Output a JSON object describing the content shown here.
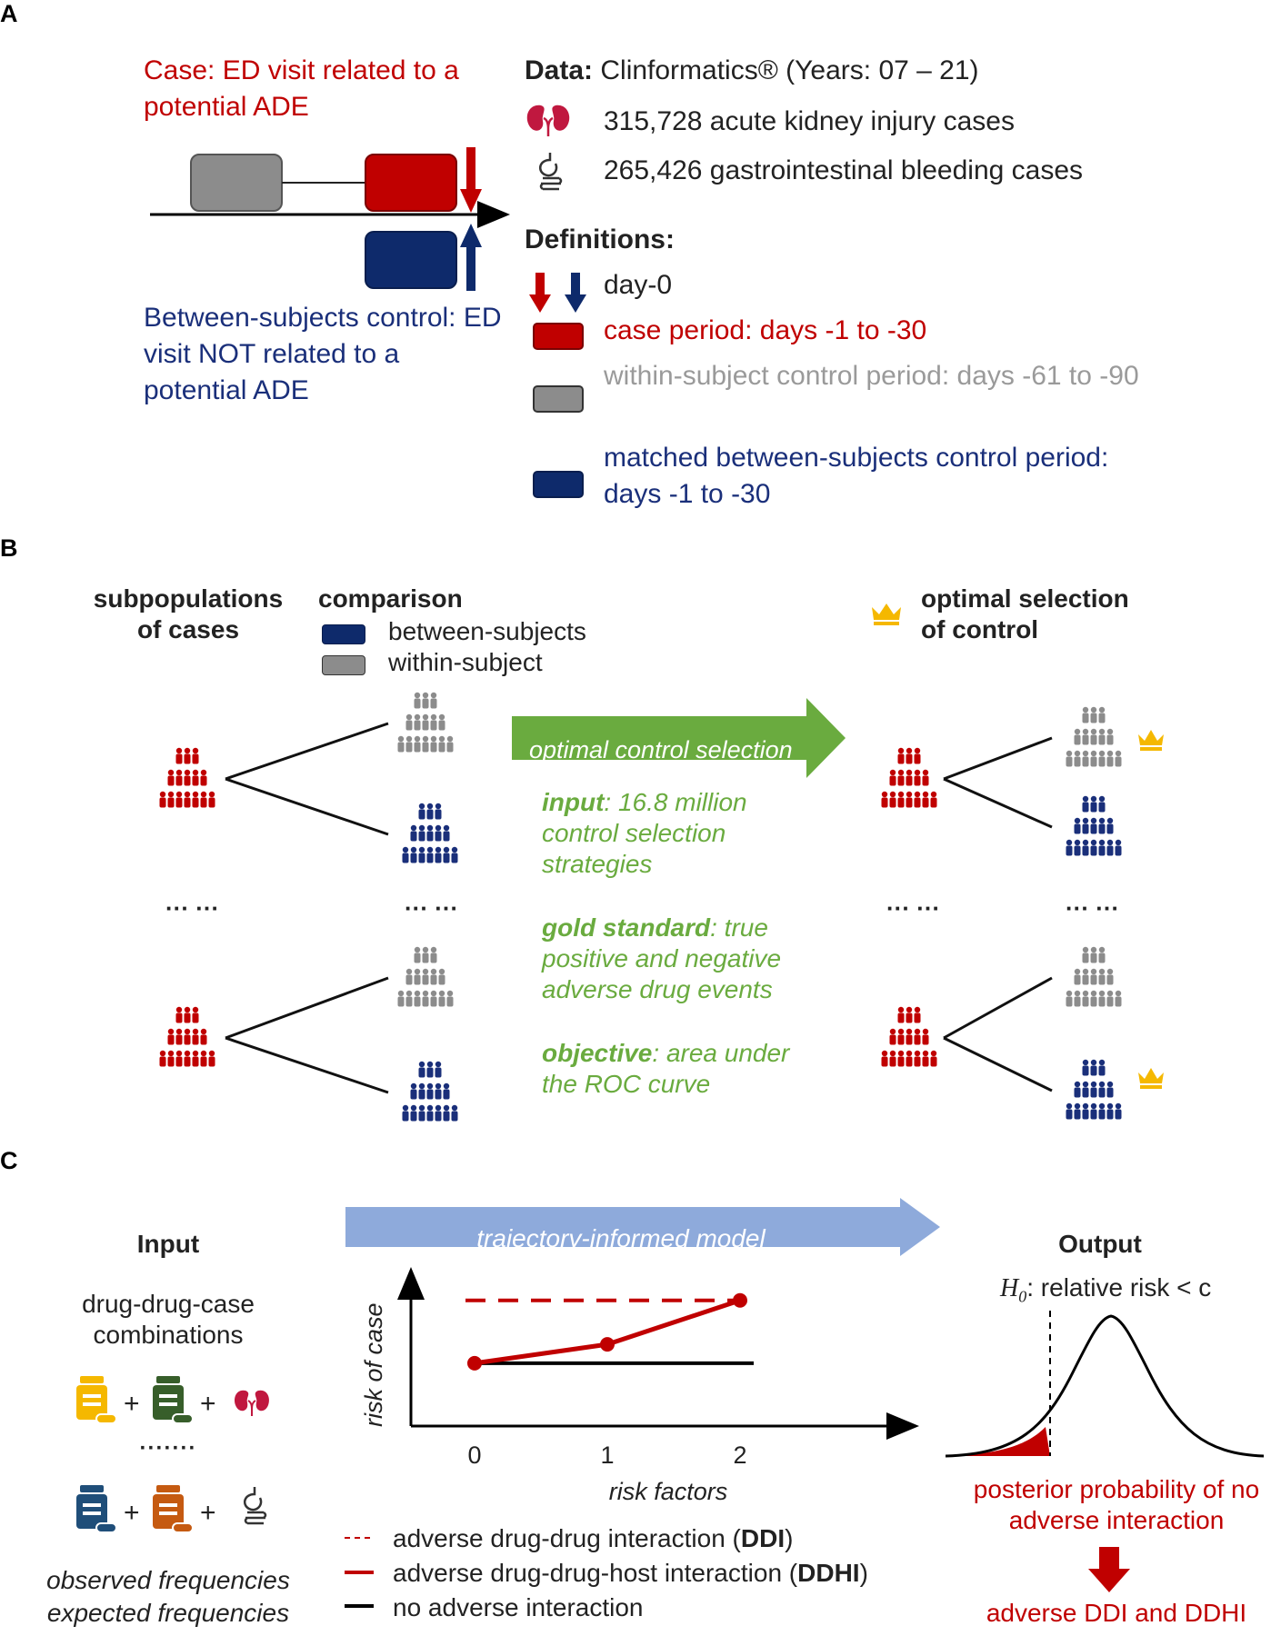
{
  "panels": {
    "a": "A",
    "b": "B",
    "c": "C"
  },
  "panel_a": {
    "case_label": "Case: ED visit related to a potential ADE",
    "control_label": "Between-subjects control: ED visit NOT related to a potential ADE",
    "data_heading": "Data:",
    "data_value": "Clinformatics® (Years: 07 – 21)",
    "aki_cases": "315,728 acute kidney injury cases",
    "gi_cases": "265,426 gastrointestinal bleeding cases",
    "definitions_heading": "Definitions:",
    "def_day0": "day-0",
    "def_case_period": "case period: days -1 to -30",
    "def_within": "within-subject control period: days -61 to -90",
    "def_between": "matched between-subjects control period: days -1 to -30"
  },
  "panel_b": {
    "subpop_header": "subpopulations of cases",
    "comparison_header": "comparison",
    "legend_between": "between-subjects",
    "legend_within": "within-subject",
    "optimal_header": "optimal selection of control",
    "arrow_label": "optimal control selection",
    "input_bold": "input",
    "input_text": ": 16.8 million control selection strategies",
    "gold_bold": "gold standard",
    "gold_text": ": true positive and negative adverse drug events",
    "objective_bold": "objective",
    "objective_text": ": area under the ROC curve",
    "ellipsis": "··· ···"
  },
  "panel_c": {
    "input_header": "Input",
    "input_desc": "drug-drug-case combinations",
    "plus": "+",
    "dots": "·······",
    "observed": "observed frequencies",
    "expected": "expected frequencies",
    "model_label": "trajectory-informed model",
    "output_header": "Output",
    "h0_symbol": "H",
    "h0_sub": "0",
    "h0_text": ": relative risk < c",
    "posterior_text": "posterior probability of no adverse interaction",
    "result_text": "adverse DDI and DDHI",
    "legend_ddi_pre": "adverse drug-drug interaction (",
    "legend_ddi_abbr": "DDI",
    "legend_ddhi_pre": "adverse drug-drug-host interaction (",
    "legend_ddhi_abbr": "DDHI",
    "legend_close": ")",
    "legend_none": "no adverse interaction"
  },
  "colors": {
    "case_red": "#c00000",
    "control_navy": "#1a2f7a",
    "within_grey": "#8c8c8c",
    "green": "#6aab3f",
    "model_blue": "#8eaadb",
    "crown": "#f5b800"
  },
  "chart_data": {
    "type": "line",
    "xlabel": "risk factors",
    "ylabel": "risk of case",
    "x": [
      0,
      1,
      2
    ],
    "x_ticks": [
      "0",
      "1",
      "2"
    ],
    "series": [
      {
        "name": "adverse drug-drug-host interaction (DDHI)",
        "values": [
          1.0,
          1.3,
          2.0
        ],
        "style": "solid-red"
      },
      {
        "name": "adverse drug-drug interaction (DDI)",
        "values": [
          2.0,
          2.0,
          2.0
        ],
        "style": "dashed-red"
      },
      {
        "name": "no adverse interaction",
        "values": [
          1.0,
          1.0,
          1.0
        ],
        "style": "solid-black"
      }
    ],
    "ylim": [
      0,
      2.3
    ],
    "grid": false,
    "legend": "bottom"
  }
}
